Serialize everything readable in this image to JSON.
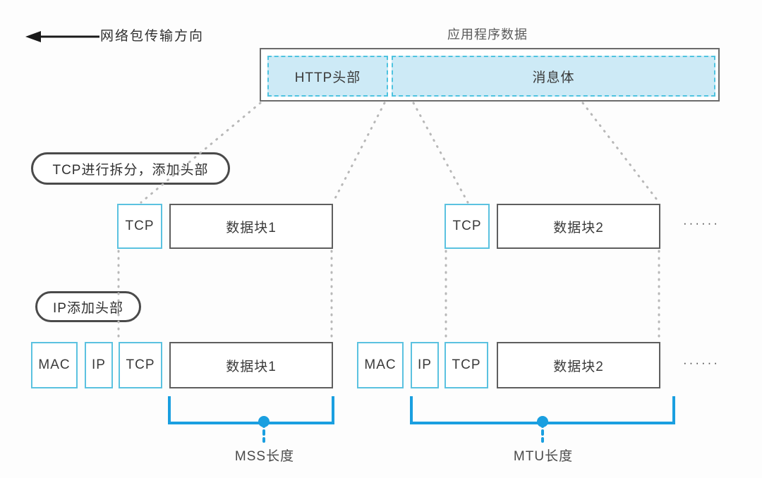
{
  "diagram": {
    "direction": {
      "icon": "left-arrow-icon",
      "label": "网络包传输方向"
    },
    "application_layer": {
      "title": "应用程序数据",
      "segments": [
        {
          "label": "HTTP头部"
        },
        {
          "label": "消息体"
        }
      ]
    },
    "steps": [
      {
        "label": "TCP进行拆分，添加头部"
      },
      {
        "label": "IP添加头部"
      }
    ],
    "tcp_row": {
      "packets": [
        {
          "header": "TCP",
          "payload": "数据块1"
        },
        {
          "header": "TCP",
          "payload": "数据块2"
        }
      ],
      "continuation": "······"
    },
    "frame_row": {
      "packets": [
        {
          "mac": "MAC",
          "ip": "IP",
          "tcp": "TCP",
          "payload": "数据块1"
        },
        {
          "mac": "MAC",
          "ip": "IP",
          "tcp": "TCP",
          "payload": "数据块2"
        }
      ],
      "continuation": "······"
    },
    "measurements": [
      {
        "label": "MSS长度",
        "spans": "数据块1"
      },
      {
        "label": "MTU长度",
        "spans": "MAC+IP+TCP+数据块2"
      }
    ],
    "colors": {
      "accent_cyan": "#5bc2e0",
      "bracket_blue": "#1a9fe0",
      "fill_light_blue": "#cdeaf6",
      "border_gray": "#5e5e5e",
      "dotted_gray": "#b3b3b3",
      "text_dark": "#3a3a3a"
    }
  }
}
